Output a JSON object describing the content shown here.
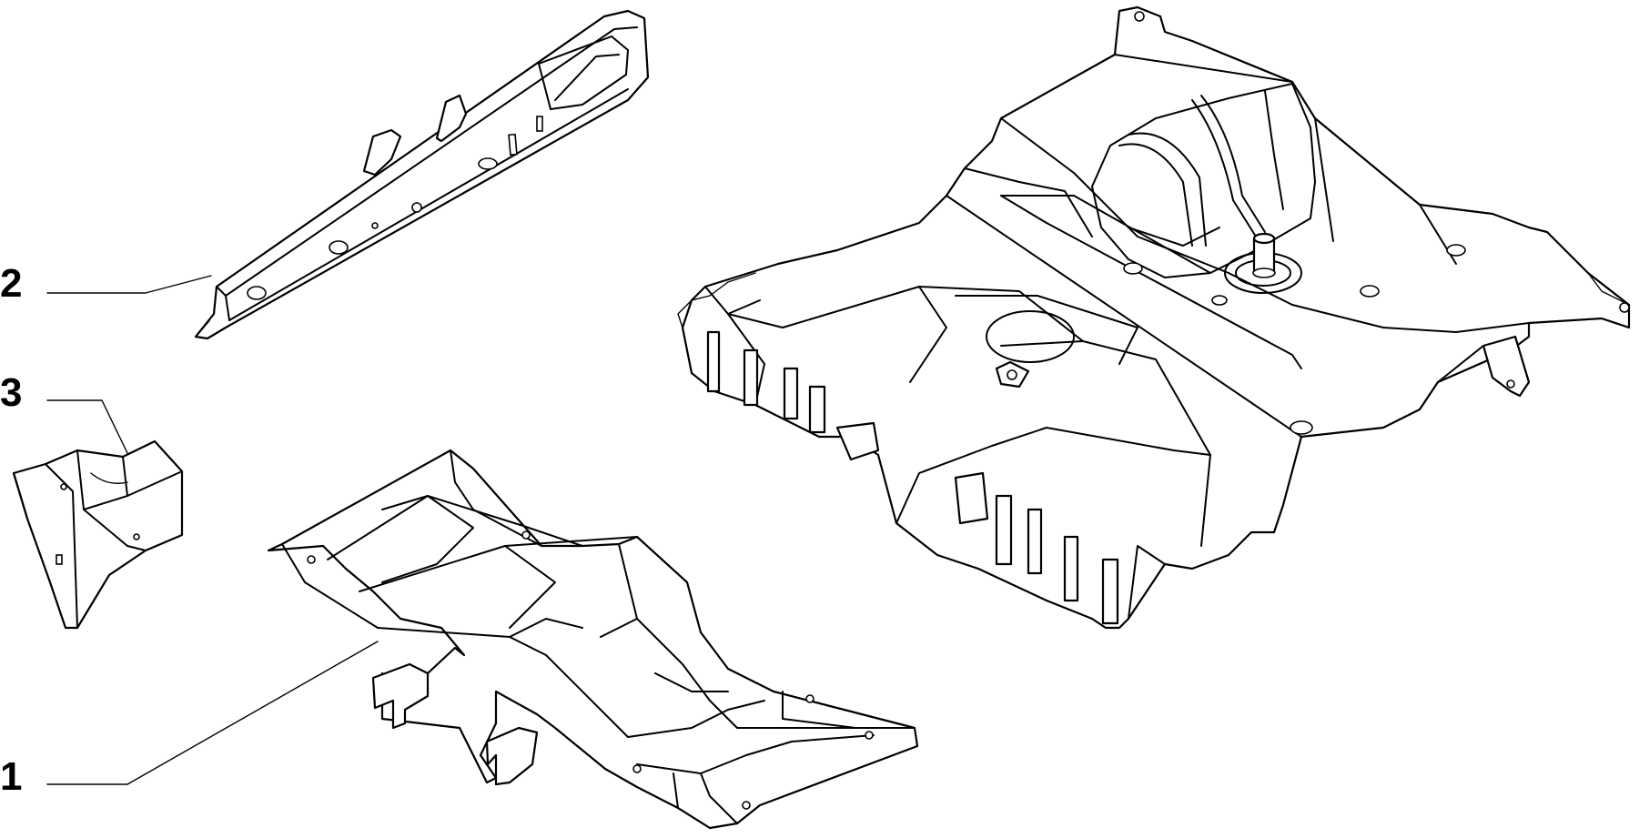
{
  "callouts": [
    {
      "id": "c1",
      "label": "1"
    },
    {
      "id": "c2",
      "label": "2"
    },
    {
      "id": "c3",
      "label": "3"
    }
  ],
  "colors": {
    "line": "#000000",
    "background": "#ffffff"
  }
}
